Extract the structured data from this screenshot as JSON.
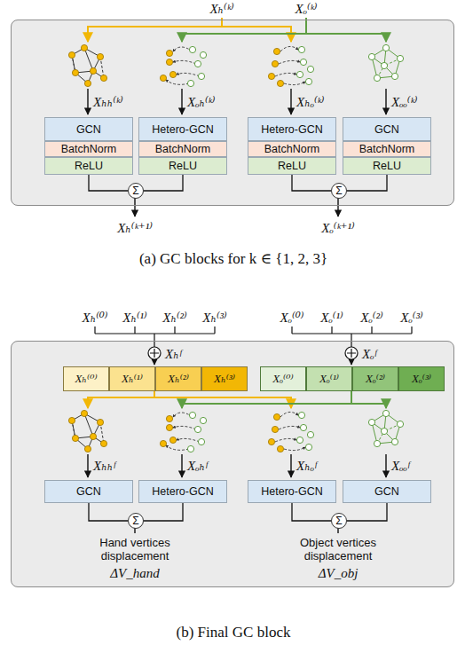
{
  "diagram": {
    "nodes": [
      {
        "text": [
          "(a) GC blocks for k ∈ {1, 2, 3}"
        ]
      },
      {
        "text": [
          "GCN"
        ],
        "in": 0
      },
      {
        "text": [
          "BatchNorm"
        ],
        "in": 0
      },
      {
        "text": [
          "ReLU"
        ],
        "in": 0
      },
      {
        "text": [
          "Hetero-GCN"
        ],
        "in": 0
      },
      {
        "text": [
          "BatchNorm"
        ],
        "in": 0
      },
      {
        "text": [
          "ReLU"
        ],
        "in": 0
      },
      {
        "text": [
          "Hetero-GCN"
        ],
        "in": 0
      },
      {
        "text": [
          "BatchNorm"
        ],
        "in": 0
      },
      {
        "text": [
          "ReLU"
        ],
        "in": 0
      },
      {
        "text": [
          "GCN"
        ],
        "in": 0
      },
      {
        "text": [
          "BatchNorm"
        ],
        "in": 0
      },
      {
        "text": [
          "ReLU"
        ],
        "in": 0
      },
      {
        "text": [
          "Σ"
        ],
        "in": 0
      },
      {
        "text": [
          "Σ"
        ],
        "in": 0
      },
      {
        "text": [
          "(b) Final GC block"
        ]
      },
      {
        "text": [
          "Xₕ⁽⁰⁾"
        ],
        "in": 15
      },
      {
        "text": [
          "Xₕ⁽¹⁾"
        ],
        "in": 15
      },
      {
        "text": [
          "Xₕ⁽²⁾"
        ],
        "in": 15
      },
      {
        "text": [
          "Xₕ⁽³⁾"
        ],
        "in": 15
      },
      {
        "text": [
          "Xₒ⁽⁰⁾"
        ],
        "in": 15
      },
      {
        "text": [
          "Xₒ⁽¹⁾"
        ],
        "in": 15
      },
      {
        "text": [
          "Xₒ⁽²⁾"
        ],
        "in": 15
      },
      {
        "text": [
          "Xₒ⁽³⁾"
        ],
        "in": 15
      },
      {
        "text": [
          "GCN"
        ],
        "in": 15
      },
      {
        "text": [
          "Hetero-GCN"
        ],
        "in": 15
      },
      {
        "text": [
          "Hetero-GCN"
        ],
        "in": 15
      },
      {
        "text": [
          "GCN"
        ],
        "in": 15
      },
      {
        "text": [
          "Σ"
        ],
        "in": 15
      },
      {
        "text": [
          "Σ"
        ],
        "in": 15
      }
    ],
    "edges": [
      {
        "from": 3,
        "to": 13,
        "arrow": "none"
      },
      {
        "from": 6,
        "to": 13,
        "arrow": "none"
      },
      {
        "from": 9,
        "to": 14,
        "arrow": "none"
      },
      {
        "from": 12,
        "to": 14,
        "arrow": "none"
      },
      {
        "from": 24,
        "to": 28,
        "arrow": "none"
      },
      {
        "from": 25,
        "to": 28,
        "arrow": "none"
      },
      {
        "from": 26,
        "to": 29,
        "arrow": "none"
      },
      {
        "from": 27,
        "to": 29,
        "arrow": "none"
      }
    ],
    "labels": [
      "Xₕ⁽ᵏ⁾",
      "Xₒ⁽ᵏ⁾",
      "Xₕₕ⁽ᵏ⁾",
      "Xₒₕ⁽ᵏ⁾",
      "Xₕₒ⁽ᵏ⁾",
      "Xₒₒ⁽ᵏ⁾",
      "Xₕ⁽ᵏ⁺¹⁾",
      "Xₒ⁽ᵏ⁺¹⁾",
      "Xₕ⁽⁰⁾",
      "Xₕ⁽¹⁾",
      "Xₕ⁽²⁾",
      "Xₕ⁽³⁾",
      "Xₒ⁽⁰⁾",
      "Xₒ⁽¹⁾",
      "Xₒ⁽²⁾",
      "Xₒ⁽³⁾",
      "Xₕᶠ",
      "Xₒᶠ",
      "Xₕₕᶠ",
      "Xₒₕᶠ",
      "Xₕₒᶠ",
      "Xₒₒᶠ",
      "Hand vertices displacement",
      "ΔV_hand",
      "Object vertices displacement",
      "ΔV_obj"
    ]
  }
}
